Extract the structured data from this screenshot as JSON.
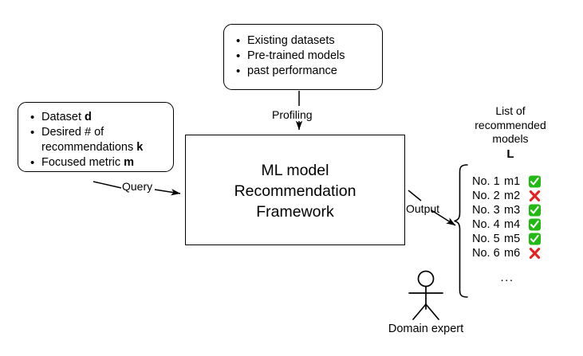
{
  "diagram": {
    "title": "ML model Recommendation Framework",
    "background_color": "#ffffff",
    "stroke_color": "#000000",
    "check_color": "#22b914",
    "cross_color": "#e8201e"
  },
  "knowledge_box": {
    "items": [
      "Existing datasets",
      "Pre-trained models",
      "past performance"
    ]
  },
  "query_box": {
    "items": [
      {
        "text": "Dataset ",
        "bold": "d",
        "tail": ""
      },
      {
        "text": "Desired # of\nrecommendations ",
        "bold": "k",
        "tail": ""
      },
      {
        "text": "Focused metric ",
        "bold": "m",
        "tail": ""
      }
    ]
  },
  "framework_box": {
    "line1": "ML model",
    "line2": "Recommendation",
    "line3": "Framework"
  },
  "edges": {
    "profiling": "Profiling",
    "query": "Query",
    "output": "Output"
  },
  "output_list": {
    "heading": "List of\nrecommended\nmodels",
    "symbol": "L",
    "ellipsis": "...",
    "rows": [
      {
        "no": "No. 1",
        "model": "m1",
        "mark": "check"
      },
      {
        "no": "No. 2",
        "model": "m2",
        "mark": "cross"
      },
      {
        "no": "No. 3",
        "model": "m3",
        "mark": "check"
      },
      {
        "no": "No. 4",
        "model": "m4",
        "mark": "check"
      },
      {
        "no": "No. 5",
        "model": "m5",
        "mark": "check"
      },
      {
        "no": "No. 6",
        "model": "m6",
        "mark": "cross"
      }
    ]
  },
  "actor": {
    "label": "Domain expert"
  }
}
